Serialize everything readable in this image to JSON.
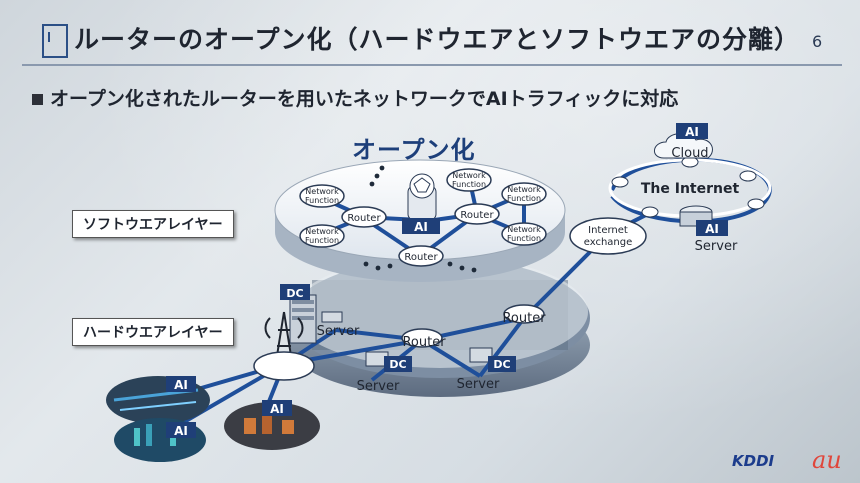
{
  "title": "ルーターのオープン化（ハードウエアとソフトウエアの分離）",
  "page_number": "6",
  "subtitle": "オープン化されたルーターを用いたネットワークでAIトラフィックに対応",
  "open_label": "オープン化",
  "software_layer_label": "ソフトウエアレイヤー",
  "hardware_layer_label": "ハードウエアレイヤー",
  "software_layer": {
    "router_label": "Router",
    "network_function_line1": "Network",
    "network_function_line2": "Function",
    "ai_label": "AI"
  },
  "hardware_layer": {
    "router_label": "Router",
    "server_label": "Server",
    "dc_label": "DC",
    "ai_label": "AI"
  },
  "internet": {
    "cloud_label": "Cloud",
    "title": "The Internet",
    "server_label": "Server",
    "ai_label": "AI",
    "exchange_line1": "Internet",
    "exchange_line2": "exchange"
  },
  "logos": {
    "kddi": "KDDI",
    "au": "au"
  },
  "colors": {
    "accent": "#1d3f7a",
    "line": "#1f4f9a",
    "label_box": "#1f3f78"
  }
}
